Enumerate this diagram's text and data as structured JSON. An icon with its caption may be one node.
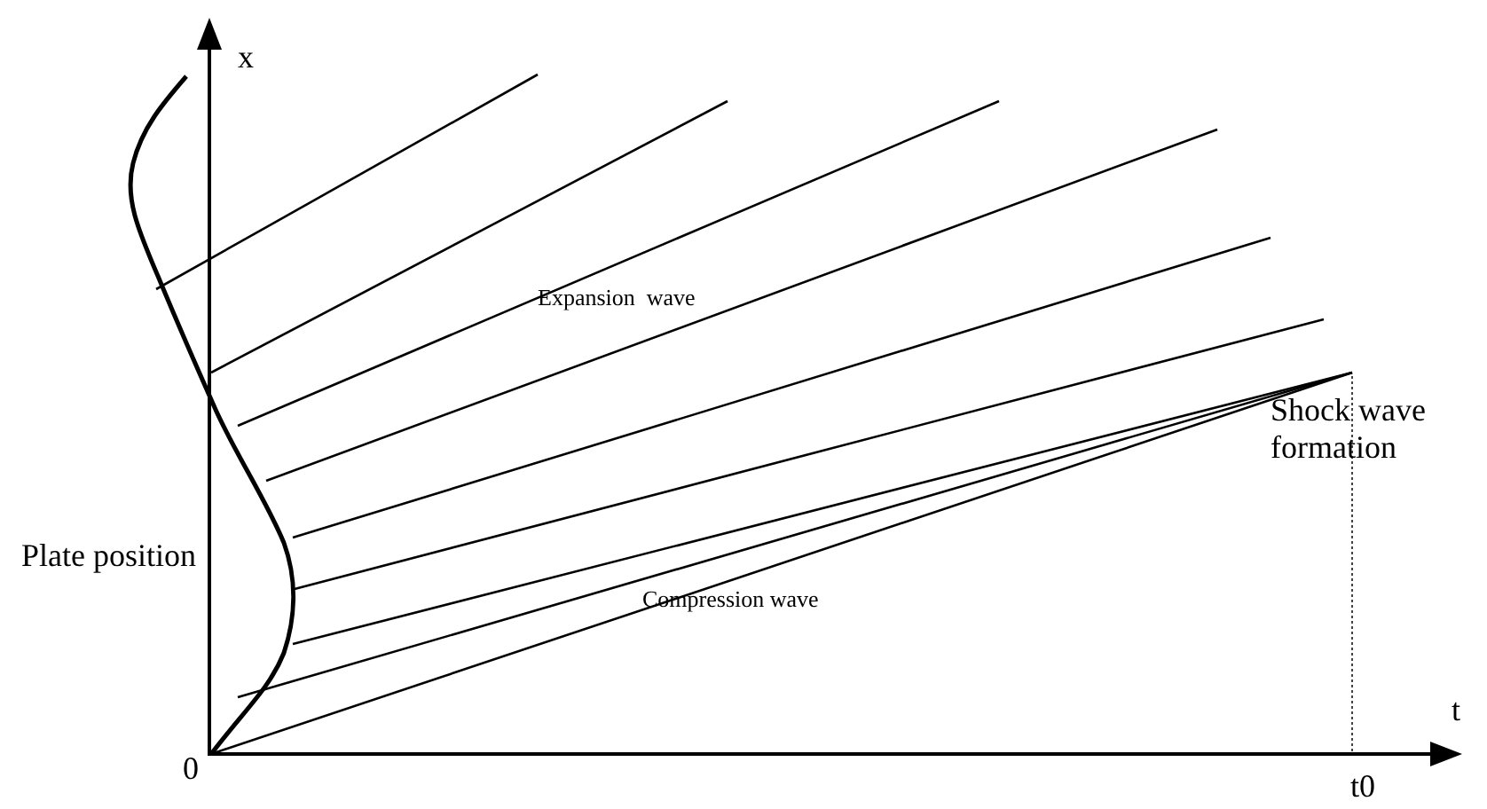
{
  "diagram": {
    "labels": [
      "x",
      "Expansion  wave",
      "Plate position",
      "Compression wave",
      "Shock wave formation",
      "t",
      "0",
      "t0"
    ]
  }
}
